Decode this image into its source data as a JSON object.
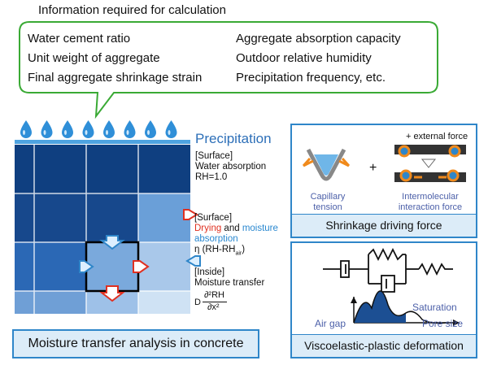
{
  "header": "Information required for calculation",
  "callout": {
    "left_items": [
      "Water cement ratio",
      "Unit weight of aggregate",
      "Final aggregate shrinkage strain"
    ],
    "right_items": [
      "Aggregate absorption capacity",
      "Outdoor relative humidity",
      "Precipitation frequency, etc."
    ]
  },
  "precipitation": "Precipitation",
  "surface_absorption": {
    "tag": "[Surface]",
    "line1": "Water absorption",
    "line2": "RH=1.0"
  },
  "surface_drying": {
    "tag": "[Surface]",
    "drying": "Drying",
    "and": " and ",
    "moisture": "moisture",
    "absorption": "absorption",
    "eta": "η (RH-RH",
    "eta_sub": "air",
    "eta_close": ")"
  },
  "inside": {
    "tag": "[Inside]",
    "line1": "Moisture transfer",
    "formula_prefix": "D",
    "formula_num": "∂²RH",
    "formula_den": "∂x²"
  },
  "left_caption": "Moisture transfer analysis in concrete",
  "shrinkage_panel": {
    "external_force": "+ external force",
    "plus": "+",
    "capillary_label": [
      "Capillary",
      "tension"
    ],
    "intermolecular_label": [
      "Intermolecular",
      "interaction force"
    ],
    "caption": "Shrinkage driving force"
  },
  "visco_panel": {
    "saturation": "Saturation",
    "air_gap": "Air gap",
    "pore_size": "Pore size",
    "caption": "Viscoelastic-plastic deformation"
  },
  "colors": {
    "deep": "#0f3f80",
    "dark": "#1c4f93",
    "mid": "#2b68b5",
    "light": "#6a9fd8",
    "pale": "#a9c8ea",
    "paler": "#cfe2f4",
    "drying": "#e03020",
    "moisture": "#2a88d0",
    "accent_blue": "#2f86c9"
  }
}
